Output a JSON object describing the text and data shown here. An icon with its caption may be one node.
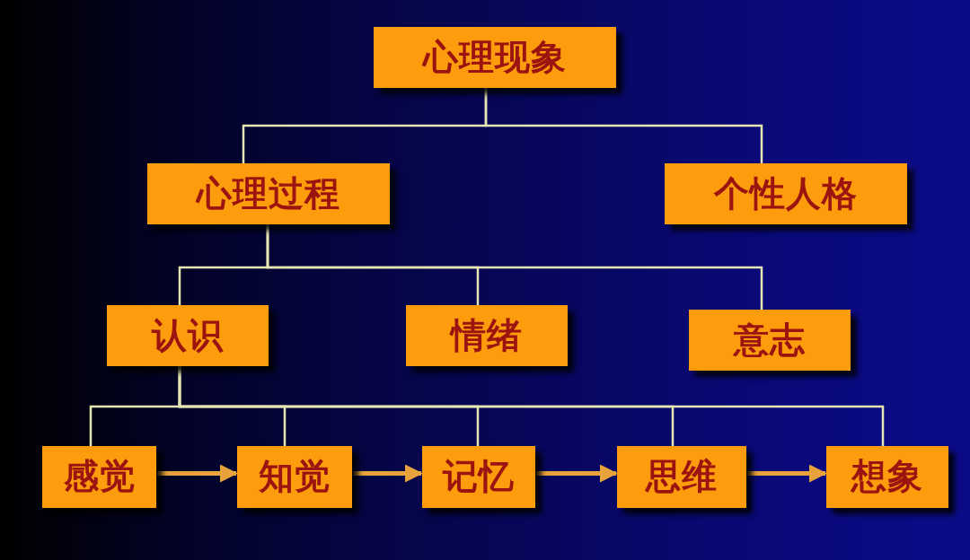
{
  "diagram": {
    "nodes": [
      {
        "text": [
          "心理现象"
        ]
      },
      {
        "text": [
          "心理过程"
        ]
      },
      {
        "text": [
          "个性人格"
        ]
      },
      {
        "text": [
          "认识"
        ]
      },
      {
        "text": [
          "情绪"
        ]
      },
      {
        "text": [
          "意志"
        ]
      },
      {
        "text": [
          "感觉"
        ]
      },
      {
        "text": [
          "知觉"
        ]
      },
      {
        "text": [
          "记忆"
        ]
      },
      {
        "text": [
          "思维"
        ]
      },
      {
        "text": [
          "想象"
        ]
      }
    ],
    "edges": [
      {
        "from": 0,
        "to": 1,
        "arrow": "none"
      },
      {
        "from": 0,
        "to": 2,
        "arrow": "none"
      },
      {
        "from": 1,
        "to": 3,
        "arrow": "none"
      },
      {
        "from": 1,
        "to": 4,
        "arrow": "none"
      },
      {
        "from": 1,
        "to": 5,
        "arrow": "none"
      },
      {
        "from": 3,
        "to": 6,
        "arrow": "none"
      },
      {
        "from": 3,
        "to": 7,
        "arrow": "none"
      },
      {
        "from": 3,
        "to": 8,
        "arrow": "none"
      },
      {
        "from": 3,
        "to": 9,
        "arrow": "none"
      },
      {
        "from": 3,
        "to": 10,
        "arrow": "none"
      },
      {
        "from": 6,
        "to": 7,
        "arrow": "to",
        "style": "thick",
        "color": "#e8a33c"
      },
      {
        "from": 7,
        "to": 8,
        "arrow": "to",
        "style": "thick",
        "color": "#e8a33c"
      },
      {
        "from": 8,
        "to": 9,
        "arrow": "to",
        "style": "thick",
        "color": "#e8a33c"
      },
      {
        "from": 9,
        "to": 10,
        "arrow": "to",
        "style": "thick",
        "color": "#e8a33c"
      }
    ]
  }
}
